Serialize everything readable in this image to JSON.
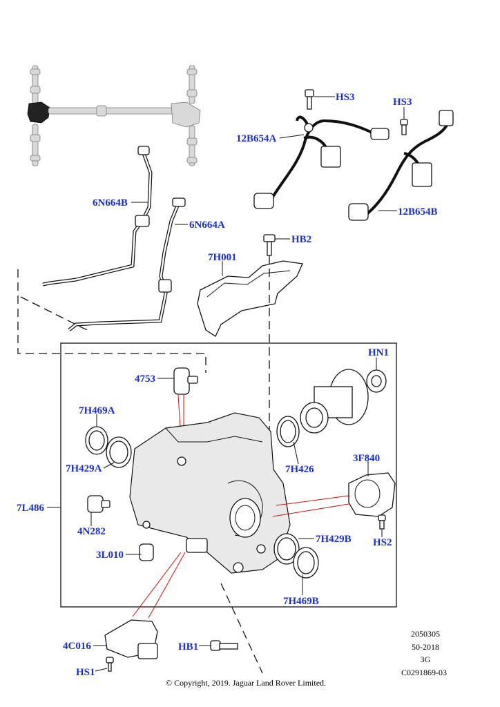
{
  "callouts": {
    "hs3_top": "HS3",
    "hs3_right": "HS3",
    "c12b654a": "12B654A",
    "c12b654b": "12B654B",
    "c6n664b": "6N664B",
    "c6n664a": "6N664A",
    "hb2": "HB2",
    "c7h001": "7H001",
    "hn1": "HN1",
    "c4753": "4753",
    "c7h469a": "7H469A",
    "c7h429a": "7H429A",
    "c7l486": "7L486",
    "c7h426": "7H426",
    "c3f840": "3F840",
    "c4n282": "4N282",
    "c7h429b": "7H429B",
    "hs2": "HS2",
    "c3l010": "3L010",
    "c7h469b": "7H469B",
    "c4c016": "4C016",
    "hb1": "HB1",
    "hs1": "HS1"
  },
  "meta": {
    "line1": "2050305",
    "line2": "50-2018",
    "line3": "3G",
    "line4": "C0291869-03"
  },
  "copyright": "© Copyright, 2019. Jaguar Land Rover Limited."
}
